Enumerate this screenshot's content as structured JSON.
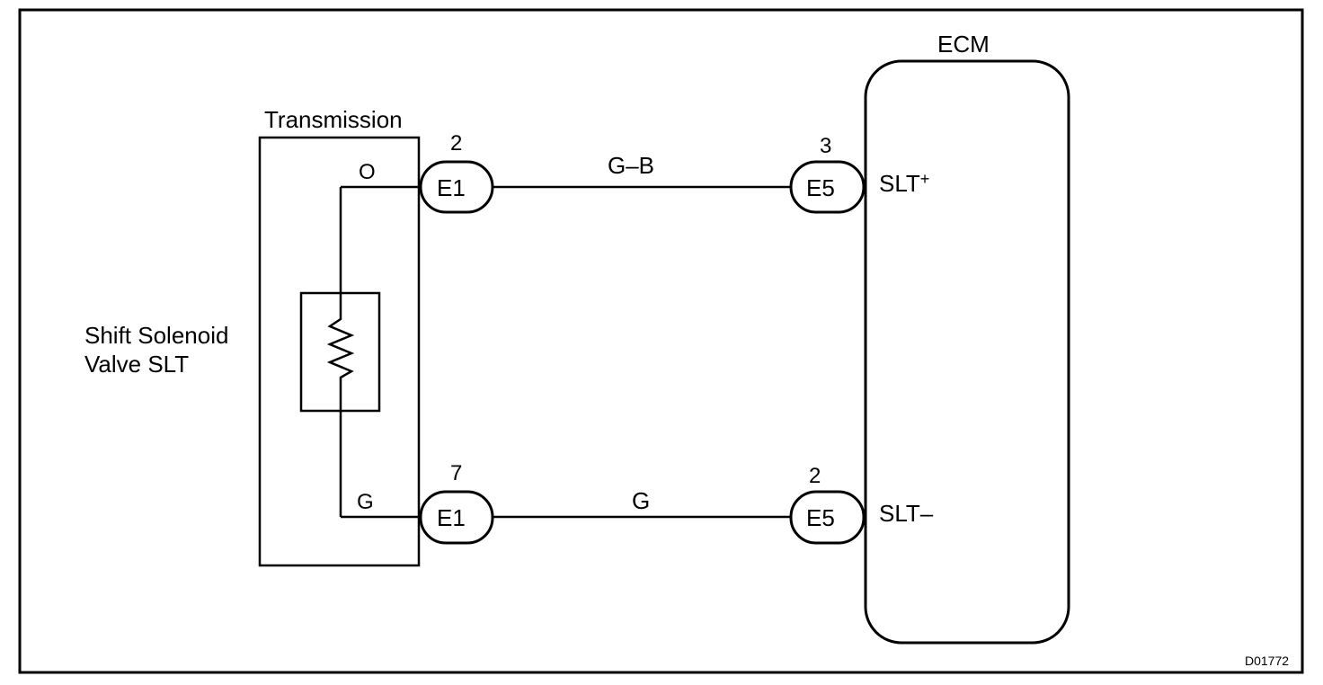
{
  "figure_id": "D01772",
  "components": {
    "transmission": {
      "label": "Transmission"
    },
    "solenoid": {
      "label_line1": "Shift Solenoid",
      "label_line2": "Valve SLT"
    },
    "ecm": {
      "label": "ECM"
    }
  },
  "connectors": {
    "e1_top": {
      "name": "E1",
      "pin": "2"
    },
    "e1_bottom": {
      "name": "E1",
      "pin": "7"
    },
    "e5_top": {
      "name": "E5",
      "pin": "3"
    },
    "e5_bottom": {
      "name": "E5",
      "pin": "2"
    }
  },
  "wires": {
    "inner_top": {
      "color_code": "O"
    },
    "inner_bottom": {
      "color_code": "G"
    },
    "top": {
      "color_code": "G–B"
    },
    "bottom": {
      "color_code": "G"
    }
  },
  "terminals": {
    "slt_plus": {
      "base": "SLT",
      "sign": "+"
    },
    "slt_minus": {
      "label": "SLT–"
    }
  }
}
